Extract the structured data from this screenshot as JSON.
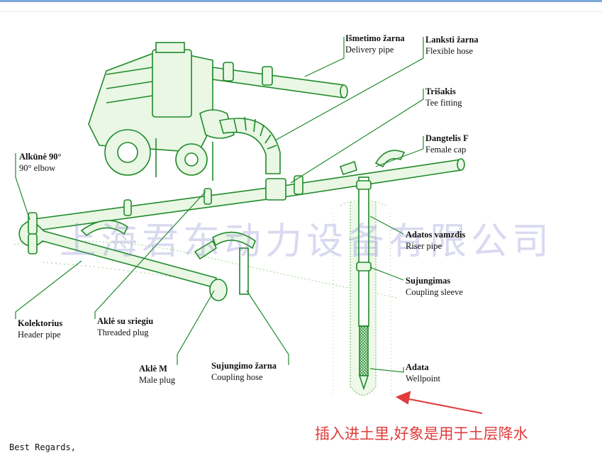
{
  "labels": {
    "delivery_pipe": {
      "lt": "Išmetimo žarna",
      "en": "Delivery pipe"
    },
    "flexible_hose": {
      "lt": "Lanksti žarna",
      "en": "Flexible hose"
    },
    "tee_fitting": {
      "lt": "Trišakis",
      "en": "Tee fitting"
    },
    "female_cap": {
      "lt": "Dangtelis F",
      "en": "Female cap"
    },
    "elbow": {
      "lt": "Alkūnė 90°",
      "en": "90° elbow"
    },
    "riser_pipe": {
      "lt": "Adatos vamzdis",
      "en": "Riser pipe"
    },
    "coupling_sleeve": {
      "lt": "Sujungimas",
      "en": "Coupling sleeve"
    },
    "header_pipe": {
      "lt": "Kolektorius",
      "en": "Header pipe"
    },
    "threaded_plug": {
      "lt": "Aklė su sriegiu",
      "en": "Threaded plug"
    },
    "male_plug": {
      "lt": "Aklė M",
      "en": "Male plug"
    },
    "coupling_hose": {
      "lt": "Sujungimo žarna",
      "en": "Coupling hose"
    },
    "wellpoint": {
      "lt": "Adata",
      "en": "Wellpoint"
    }
  },
  "watermark": "上海君东动力设备有限公司",
  "annotation": "插入进土里,好象是用于土层降水",
  "footer": "Best Regards,",
  "colors": {
    "line": "#1f8a2a",
    "fill": "#e9f7e4",
    "soil": "#9bd08f",
    "arrow": "#e23b3b",
    "watermark": "#7878c8"
  }
}
